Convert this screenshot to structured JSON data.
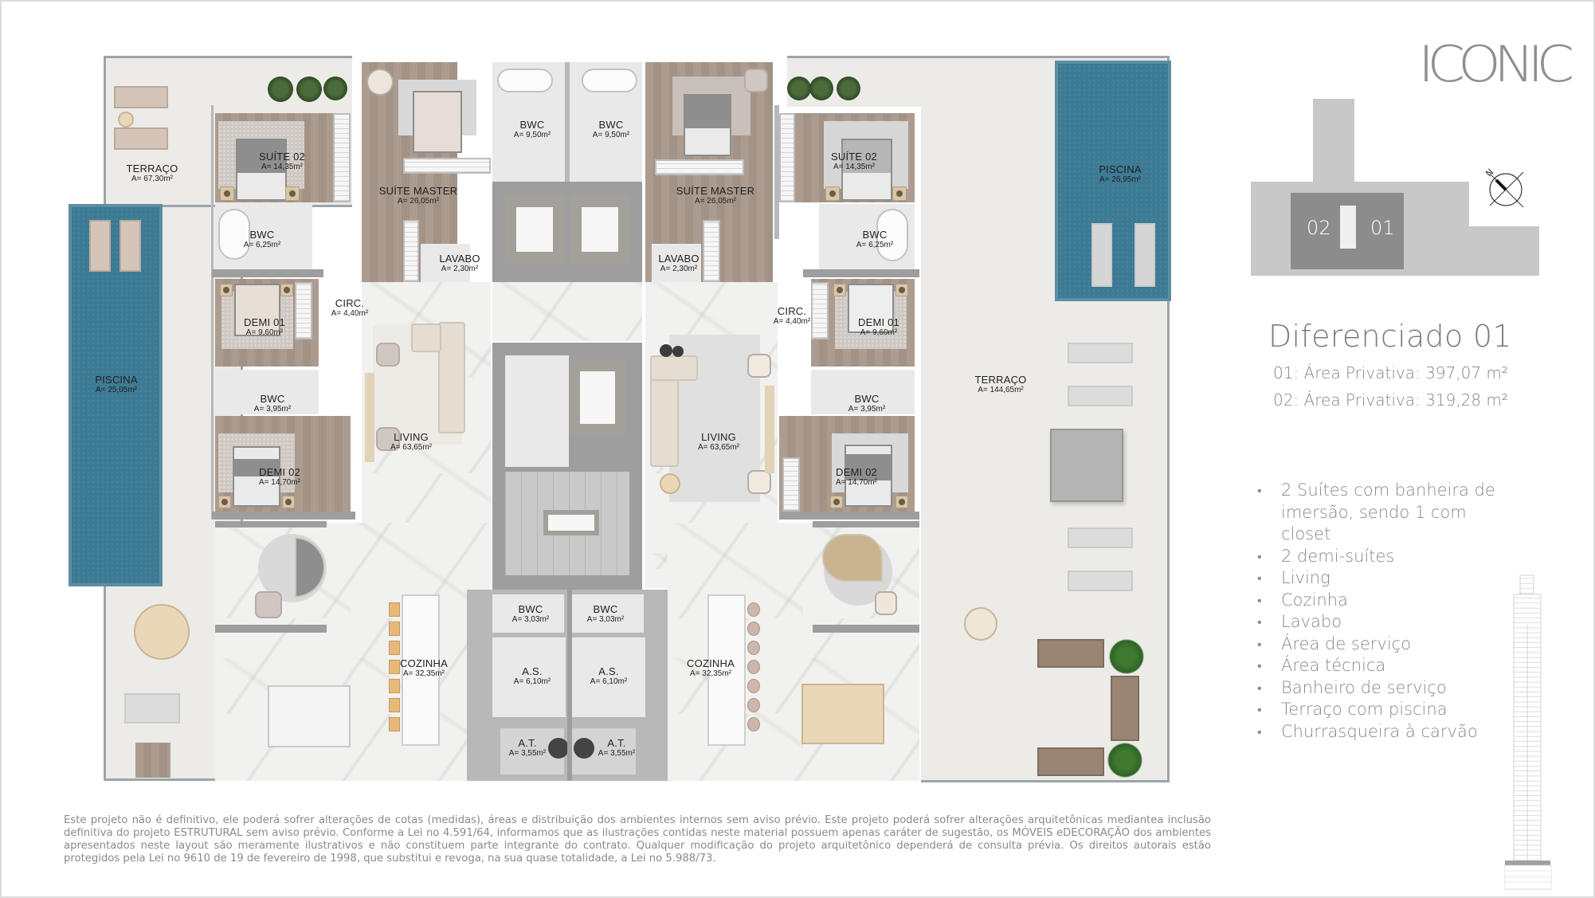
{
  "brand": {
    "logo_text": "ICONIC"
  },
  "site_map": {
    "units": [
      {
        "label": "02"
      },
      {
        "label": "01"
      }
    ],
    "compass_label": "N"
  },
  "header": {
    "title": "Diferenciado 01",
    "areas": [
      {
        "text": "01: Área Privativa: 397,07 m²"
      },
      {
        "text": "02: Área Privativa: 319,28 m²"
      }
    ]
  },
  "features": [
    "2 Suítes com banheira de imersão, sendo 1 com closet",
    "2 demi-suítes",
    "Living",
    "Cozinha",
    "Lavabo",
    "Área de serviço",
    "Área técnica",
    "Banheiro de serviço",
    "Terraço com piscina",
    "Churrasqueira à carvão"
  ],
  "rooms": {
    "terraco_left": {
      "name": "TERRAÇO",
      "area": "A= 67,30m²"
    },
    "piscina_left": {
      "name": "PISCINA",
      "area": "A= 25,05m²"
    },
    "suite02_left": {
      "name": "SUÍTE 02",
      "area": "A= 14,35m²"
    },
    "bwc_suite02_left": {
      "name": "BWC",
      "area": "A= 6,25m²"
    },
    "suite_master_left": {
      "name": "SUÍTE MASTER",
      "area": "A= 26,05m²"
    },
    "bwc_master_left": {
      "name": "BWC",
      "area": "A= 9,50m²"
    },
    "lavabo_left": {
      "name": "LAVABO",
      "area": "A= 2,30m²"
    },
    "circ_left": {
      "name": "CIRC.",
      "area": "A= 4,40m²"
    },
    "demi01_left": {
      "name": "DEMI 01",
      "area": "A= 9,60m²"
    },
    "bwc_demi_left": {
      "name": "BWC",
      "area": "A= 3,95m²"
    },
    "demi02_left": {
      "name": "DEMI 02",
      "area": "A= 14,70m²"
    },
    "living_left": {
      "name": "LIVING",
      "area": "A= 63,65m²"
    },
    "cozinha_left": {
      "name": "COZINHA",
      "area": "A= 32,35m²"
    },
    "bwc_service_left": {
      "name": "BWC",
      "area": "A= 3,03m²"
    },
    "as_left": {
      "name": "A.S.",
      "area": "A= 6,10m²"
    },
    "at_left": {
      "name": "A.T.",
      "area": "A= 3,55m²"
    },
    "bwc_master_right": {
      "name": "BWC",
      "area": "A= 9,50m²"
    },
    "suite_master_right": {
      "name": "SUÍTE MASTER",
      "area": "A= 26,05m²"
    },
    "lavabo_right": {
      "name": "LAVABO",
      "area": "A= 2,30m²"
    },
    "suite02_right": {
      "name": "SUÍTE 02",
      "area": "A= 14,35m²"
    },
    "bwc_suite02_right": {
      "name": "BWC",
      "area": "A= 6,25m²"
    },
    "piscina_right": {
      "name": "PISCINA",
      "area": "A= 26,95m²"
    },
    "circ_right": {
      "name": "CIRC.",
      "area": "A= 4,40m²"
    },
    "demi01_right": {
      "name": "DEMI 01",
      "area": "A= 9,60m²"
    },
    "bwc_demi_right": {
      "name": "BWC",
      "area": "A= 3,95m²"
    },
    "demi02_right": {
      "name": "DEMI 02",
      "area": "A= 14,70m²"
    },
    "living_right": {
      "name": "LIVING",
      "area": "A= 63,65m²"
    },
    "terraco_right": {
      "name": "TERRAÇO",
      "area": "A= 144,65m²"
    },
    "cozinha_right": {
      "name": "COZINHA",
      "area": "A= 32,35m²"
    },
    "bwc_service_right": {
      "name": "BWC",
      "area": "A= 3,03m²"
    },
    "as_right": {
      "name": "A.S.",
      "area": "A= 6,10m²"
    },
    "at_right": {
      "name": "A.T.",
      "area": "A= 3,55m²"
    }
  },
  "disclaimer": "Este projeto não é definitivo, ele poderá sofrer alterações de cotas (medidas), áreas e distribuição dos ambientes internos sem aviso prévio. Este projeto poderá sofrer alterações arquitetônicas mediantea inclusão definitiva do projeto ESTRUTURAL sem aviso prévio. Conforme a Lei no 4.591/64, informamos que as ilustrações contidas neste material possuem apenas caráter de sugestão, os MÓVEIS eDECORAÇÃO dos ambientes apresentados neste layout são meramente ilustrativos e não constituem parte integrante do contrato. Qualquer modificação do projeto arquitetônico dependerá de consulta prévia. Os direitos autorais estão protegidos pela Lei no 9610 de 19 de fevereiro de 1998, que substitui e revoga, na sua quase totalidade, a Lei no 5.988/73.",
  "colors": {
    "pool": "#3d7a94",
    "wood_floor": "#a8978a",
    "wall": "#9e9e9e",
    "text_grey": "#7b7b7b",
    "label_dark": "#1f1f1f"
  }
}
